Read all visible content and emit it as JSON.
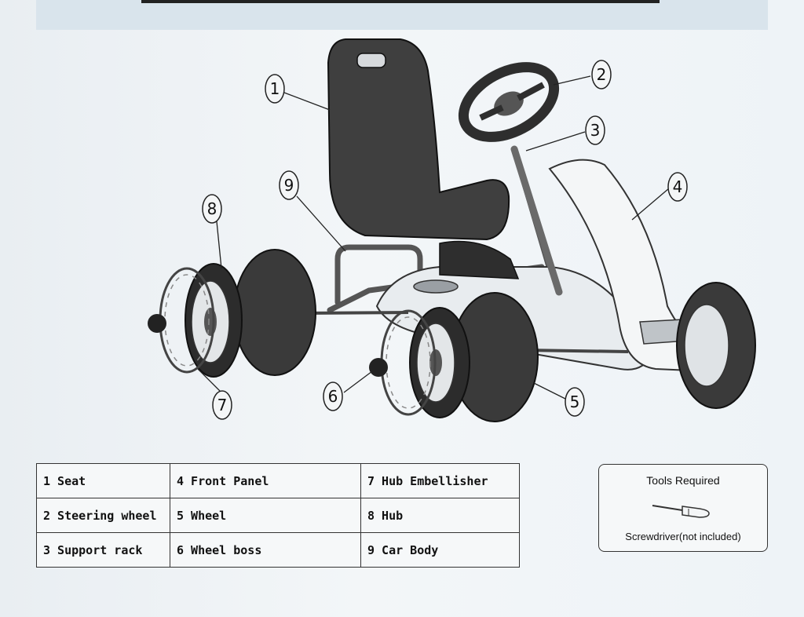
{
  "callouts": [
    "1",
    "2",
    "3",
    "4",
    "5",
    "6",
    "7",
    "8",
    "9"
  ],
  "parts_table": {
    "rows": [
      [
        "1 Seat",
        "4 Front Panel",
        "7 Hub Embellisher"
      ],
      [
        "2 Steering wheel",
        "5 Wheel",
        "8 Hub"
      ],
      [
        "3 Support rack",
        "6 Wheel boss",
        "9 Car Body"
      ]
    ]
  },
  "tools": {
    "title": "Tools  Required",
    "caption": "Screwdriver(not included)",
    "icon": "screwdriver-icon"
  }
}
